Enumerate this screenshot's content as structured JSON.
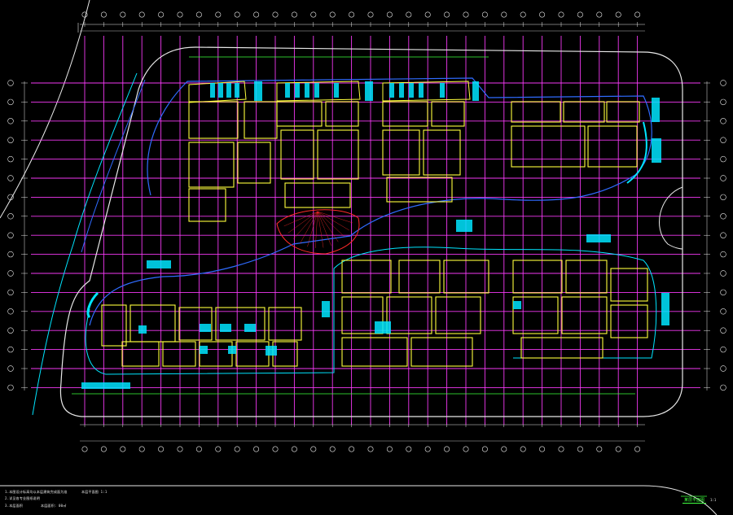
{
  "drawing": {
    "type": "architectural floor plan (CAD)",
    "background": "#000000",
    "colors": {
      "grid": "#ff3cff",
      "walls": "#ffff3c",
      "cyan": "#00e5ff",
      "blue": "#2f6bff",
      "green": "#3cff3c",
      "red": "#ff2a2a",
      "white": "#e8e8e8"
    },
    "grid_bubbles": {
      "rows": 17,
      "columns": 30
    }
  },
  "notes": {
    "line1": "1.本图设计标高均以本层建筑完成面为准",
    "line2": "2.详见各专业图纸说明",
    "line3": "3.本层面积",
    "line3b": "本层面积: 00㎡",
    "middle": "本层平面图 1:1",
    "title": "某层平面图",
    "scale": "1:1"
  }
}
